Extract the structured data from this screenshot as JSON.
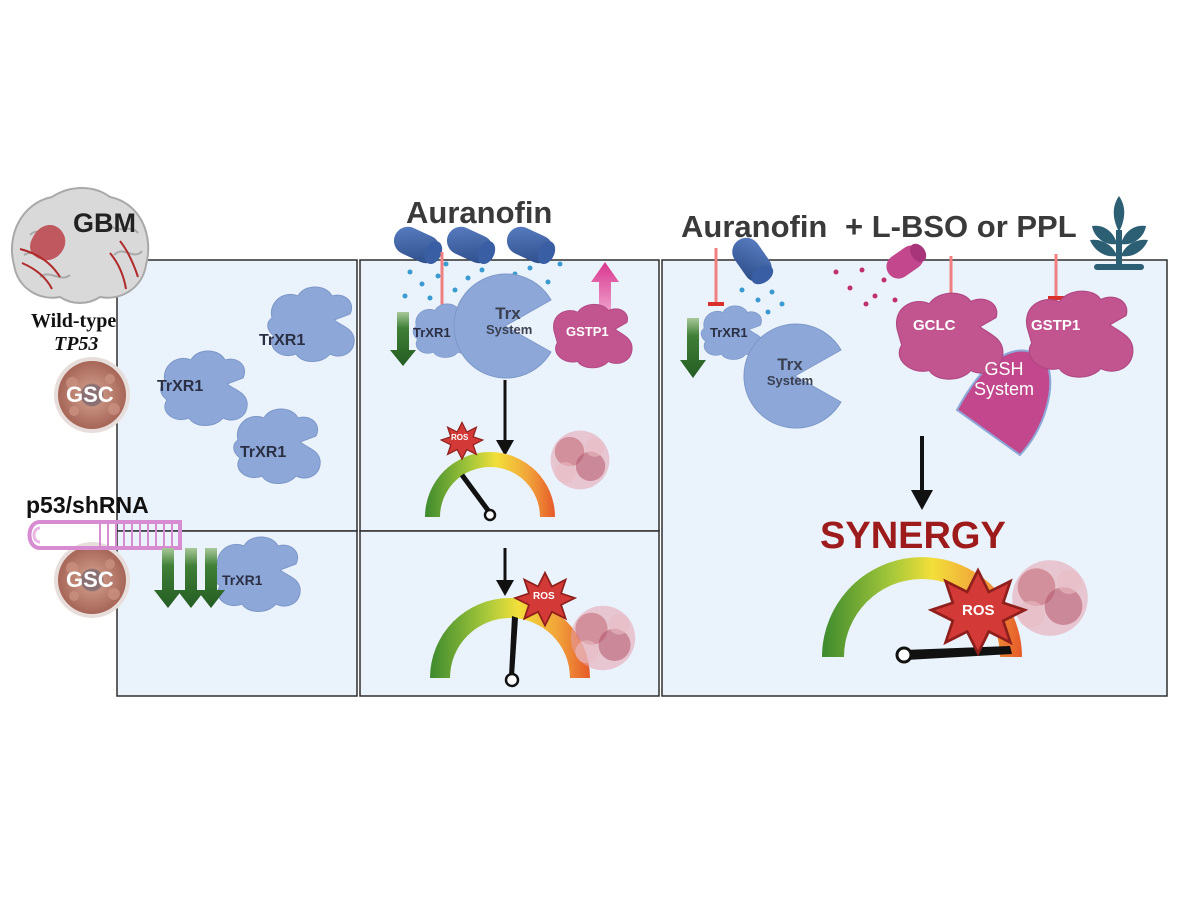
{
  "labels": {
    "gbm": "GBM",
    "wild_type_line1": "Wild-type",
    "wild_type_line2": "TP53",
    "gsc": "GSC",
    "p53_shrna": "p53/shRNA",
    "trxr1": "TrXR1",
    "auranofin": "Auranofin",
    "combo": "+ L-BSO or PPL",
    "trx_system_line1": "Trx",
    "trx_system_line2": "System",
    "gstp1": "GSTP1",
    "gclc": "GCLC",
    "gsh_system_line1": "GSH",
    "gsh_system_line2": "System",
    "ros": "ROS",
    "synergy": "SYNERGY"
  },
  "colors": {
    "panel_fill": "#eaf2fc",
    "panel_border": "#2e2e2e",
    "enzyme_blue": "#8da8d8",
    "enzyme_magenta": "#c2548f",
    "down_arrow_green": "#2f6d2b",
    "up_arrow_magenta": "#d9368f",
    "inhibit_red": "#d9302c",
    "synergy_red": "#9e1b1b",
    "ros_star": "#d33a37",
    "gsc_cell": "#b9786b",
    "leaf_icon": "#2c5f73"
  },
  "gauges": [
    {
      "panel": "auranofin-top",
      "ros_level": 0.25
    },
    {
      "panel": "auranofin-p53-knockdown",
      "ros_level": 0.5
    },
    {
      "panel": "combination",
      "ros_level": 0.95
    }
  ],
  "icons": [
    "brain-icon",
    "gsc-cell-icon",
    "shrna-hairpin-icon",
    "capsule-icon",
    "ros-star-icon",
    "gauge-icon",
    "plant-icon",
    "tumor-cell-cluster-icon"
  ]
}
